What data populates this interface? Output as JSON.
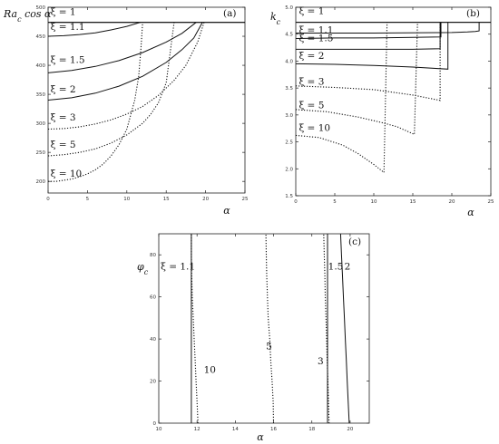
{
  "chart_data": [
    {
      "panel": "(a)",
      "type": "line",
      "xlabel": "α",
      "ylabel": "Ra_c cos α",
      "xlim": [
        0,
        25
      ],
      "ylim": [
        180,
        500
      ],
      "xticks": [
        "0",
        "5",
        "10",
        "15",
        "20",
        "25"
      ],
      "yticks": [
        "200",
        "250",
        "300",
        "350",
        "400",
        "450",
        "500"
      ],
      "ref_line": {
        "y": 474
      },
      "annotations": [
        {
          "text": "ξ = 1",
          "x": 0.3,
          "y": 487
        },
        {
          "text": "ξ = 1.1",
          "x": 0.3,
          "y": 461
        },
        {
          "text": "ξ = 1.5",
          "x": 0.3,
          "y": 404
        },
        {
          "text": "ξ = 2",
          "x": 0.3,
          "y": 353
        },
        {
          "text": "ξ = 3",
          "x": 0.3,
          "y": 305
        },
        {
          "text": "ξ = 5",
          "x": 0.3,
          "y": 258
        },
        {
          "text": "ξ = 10",
          "x": 0.3,
          "y": 208
        }
      ],
      "series": [
        {
          "style": "solid",
          "points": [
            [
              0,
              474
            ],
            [
              25,
              474
            ]
          ]
        },
        {
          "style": "solid",
          "points": [
            [
              0,
              450
            ],
            [
              2,
              451
            ],
            [
              4,
              453
            ],
            [
              6,
              456
            ],
            [
              8,
              461
            ],
            [
              10,
              467
            ],
            [
              11.7,
              474
            ]
          ]
        },
        {
          "style": "solid",
          "points": [
            [
              0,
              387
            ],
            [
              3,
              391
            ],
            [
              6,
              398
            ],
            [
              9,
              408
            ],
            [
              12,
              422
            ],
            [
              15,
              440
            ],
            [
              17,
              455
            ],
            [
              18.8,
              474
            ]
          ]
        },
        {
          "style": "solid",
          "points": [
            [
              0,
              340
            ],
            [
              3,
              344
            ],
            [
              6,
              352
            ],
            [
              9,
              364
            ],
            [
              12,
              381
            ],
            [
              15,
              405
            ],
            [
              17,
              427
            ],
            [
              18.5,
              447
            ],
            [
              19.6,
              474
            ]
          ]
        },
        {
          "style": "dotted",
          "points": [
            [
              0,
              290
            ],
            [
              2,
              291
            ],
            [
              4,
              294
            ],
            [
              6,
              299
            ],
            [
              8,
              306
            ],
            [
              10,
              316
            ],
            [
              12,
              329
            ],
            [
              14,
              348
            ],
            [
              16,
              374
            ],
            [
              17.5,
              400
            ],
            [
              19,
              440
            ],
            [
              19.8,
              474
            ]
          ]
        },
        {
          "style": "dotted",
          "points": [
            [
              0,
              244
            ],
            [
              2,
              246
            ],
            [
              4,
              250
            ],
            [
              6,
              256
            ],
            [
              8,
              266
            ],
            [
              10,
              280
            ],
            [
              12,
              300
            ],
            [
              13,
              315
            ],
            [
              14,
              335
            ],
            [
              15,
              370
            ],
            [
              16,
              474
            ]
          ]
        },
        {
          "style": "dotted",
          "points": [
            [
              0,
              200
            ],
            [
              1,
              200
            ],
            [
              2,
              202
            ],
            [
              3,
              204
            ],
            [
              4,
              208
            ],
            [
              5,
              213
            ],
            [
              6,
              220
            ],
            [
              7,
              230
            ],
            [
              8,
              244
            ],
            [
              9,
              263
            ],
            [
              10,
              290
            ],
            [
              11,
              340
            ],
            [
              11.5,
              380
            ],
            [
              11.8,
              430
            ],
            [
              12,
              474
            ]
          ]
        }
      ]
    },
    {
      "panel": "(b)",
      "type": "line",
      "xlabel": "α",
      "ylabel": "k_c",
      "xlim": [
        0,
        25
      ],
      "ylim": [
        1.5,
        5.0
      ],
      "xticks": [
        "0",
        "5",
        "10",
        "15",
        "20",
        "25"
      ],
      "yticks": [
        "1.5",
        "2.0",
        "2.5",
        "3.0",
        "3.5",
        "4.0",
        "4.5",
        "5.0"
      ],
      "ref_line": {
        "y": 4.72
      },
      "annotations": [
        {
          "text": "ξ = 1",
          "x": 0.4,
          "y": 4.87
        },
        {
          "text": "ξ = 1.1",
          "x": 0.4,
          "y": 4.52
        },
        {
          "text": "ξ = 1.5",
          "x": 0.4,
          "y": 4.37
        },
        {
          "text": "ξ = 2",
          "x": 0.4,
          "y": 4.04
        },
        {
          "text": "ξ = 3",
          "x": 0.4,
          "y": 3.56
        },
        {
          "text": "ξ = 5",
          "x": 0.4,
          "y": 3.12
        },
        {
          "text": "ξ = 10",
          "x": 0.4,
          "y": 2.7
        }
      ],
      "series": [
        {
          "style": "solid",
          "points": [
            [
              0,
              4.72
            ],
            [
              25,
              4.72
            ]
          ]
        },
        {
          "style": "solid",
          "points": [
            [
              0,
              4.52
            ],
            [
              10,
              4.52
            ],
            [
              20,
              4.53
            ],
            [
              22,
              4.54
            ],
            [
              23,
              4.55
            ],
            [
              23.5,
              4.56
            ],
            [
              23.5,
              4.72
            ]
          ]
        },
        {
          "style": "solid",
          "points": [
            [
              0,
              4.42
            ],
            [
              5,
              4.43
            ],
            [
              10,
              4.43
            ],
            [
              15,
              4.44
            ],
            [
              18.6,
              4.45
            ],
            [
              18.6,
              4.72
            ]
          ]
        },
        {
          "style": "solid",
          "points": [
            [
              0,
              4.22
            ],
            [
              5,
              4.22
            ],
            [
              10,
              4.22
            ],
            [
              15,
              4.22
            ],
            [
              18.5,
              4.23
            ],
            [
              18.5,
              4.72
            ]
          ]
        },
        {
          "style": "solid",
          "points": [
            [
              0,
              3.95
            ],
            [
              5,
              3.94
            ],
            [
              10,
              3.92
            ],
            [
              15,
              3.89
            ],
            [
              19.5,
              3.85
            ],
            [
              19.5,
              4.72
            ]
          ]
        },
        {
          "style": "dotted",
          "points": [
            [
              0,
              3.54
            ],
            [
              5,
              3.51
            ],
            [
              10,
              3.47
            ],
            [
              15,
              3.37
            ],
            [
              18.5,
              3.27
            ],
            [
              18.5,
              4.72
            ]
          ]
        },
        {
          "style": "dotted",
          "points": [
            [
              0,
              3.1
            ],
            [
              4,
              3.06
            ],
            [
              8,
              2.96
            ],
            [
              11,
              2.86
            ],
            [
              13,
              2.78
            ],
            [
              15.2,
              2.64
            ],
            [
              15.6,
              4.72
            ]
          ]
        },
        {
          "style": "dotted",
          "points": [
            [
              0,
              2.62
            ],
            [
              3,
              2.58
            ],
            [
              6,
              2.44
            ],
            [
              8,
              2.28
            ],
            [
              10,
              2.08
            ],
            [
              11.3,
              1.93
            ],
            [
              11.7,
              4.72
            ]
          ]
        }
      ]
    },
    {
      "panel": "(c)",
      "type": "line",
      "xlabel": "α",
      "ylabel": "φ_c",
      "xlim": [
        10,
        21
      ],
      "ylim": [
        0,
        90
      ],
      "xticks": [
        "10",
        "12",
        "14",
        "16",
        "18",
        "20"
      ],
      "yticks": [
        "0",
        "20",
        "40",
        "60",
        "80"
      ],
      "annotations": [
        {
          "text": "ξ = 1.1",
          "x": 10.1,
          "y": 73
        },
        {
          "text": "10",
          "x": 12.35,
          "y": 24
        },
        {
          "text": "5",
          "x": 15.6,
          "y": 35
        },
        {
          "text": "3",
          "x": 18.3,
          "y": 28
        },
        {
          "text": "1.5",
          "x": 18.85,
          "y": 73
        },
        {
          "text": "2",
          "x": 19.7,
          "y": 73
        }
      ],
      "series": [
        {
          "name": "1.1",
          "style": "solid",
          "points": [
            [
              11.7,
              0
            ],
            [
              11.7,
              90
            ]
          ]
        },
        {
          "name": "10",
          "style": "dotted",
          "points": [
            [
              12.05,
              0
            ],
            [
              12.0,
              10
            ],
            [
              11.95,
              20
            ],
            [
              11.9,
              30
            ],
            [
              11.85,
              40
            ],
            [
              11.8,
              50
            ],
            [
              11.75,
              60
            ],
            [
              11.72,
              70
            ],
            [
              11.7,
              80
            ],
            [
              11.7,
              90
            ]
          ]
        },
        {
          "name": "5",
          "style": "dotted",
          "points": [
            [
              16.0,
              0
            ],
            [
              15.98,
              10
            ],
            [
              15.92,
              20
            ],
            [
              15.85,
              30
            ],
            [
              15.8,
              40
            ],
            [
              15.72,
              50
            ],
            [
              15.68,
              60
            ],
            [
              15.64,
              70
            ],
            [
              15.62,
              80
            ],
            [
              15.6,
              90
            ]
          ]
        },
        {
          "name": "3",
          "style": "dotted",
          "points": [
            [
              18.9,
              0
            ],
            [
              18.87,
              10
            ],
            [
              18.84,
              20
            ],
            [
              18.8,
              30
            ],
            [
              18.77,
              40
            ],
            [
              18.74,
              50
            ],
            [
              18.7,
              60
            ],
            [
              18.68,
              70
            ],
            [
              18.65,
              80
            ],
            [
              18.62,
              90
            ]
          ]
        },
        {
          "name": "1.5",
          "style": "solid",
          "points": [
            [
              18.82,
              0
            ],
            [
              18.82,
              90
            ]
          ]
        },
        {
          "name": "2",
          "style": "solid",
          "points": [
            [
              19.95,
              0
            ],
            [
              19.9,
              10
            ],
            [
              19.85,
              20
            ],
            [
              19.8,
              30
            ],
            [
              19.75,
              40
            ],
            [
              19.7,
              50
            ],
            [
              19.65,
              60
            ],
            [
              19.6,
              70
            ],
            [
              19.55,
              80
            ],
            [
              19.5,
              90
            ]
          ]
        }
      ]
    }
  ]
}
